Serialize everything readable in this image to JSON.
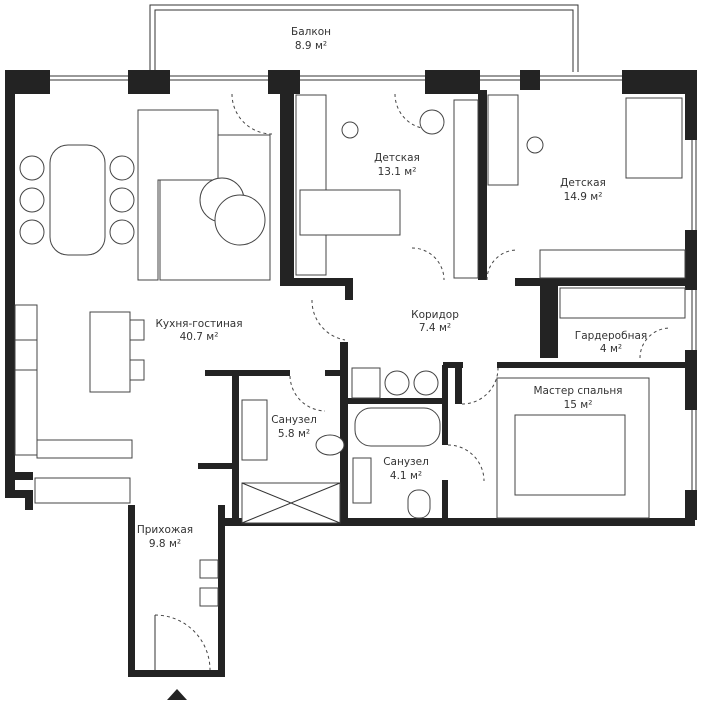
{
  "rooms": [
    {
      "name": "Балкон",
      "area": "8.9 м²"
    },
    {
      "name": "Детская",
      "area": "13.1 м²"
    },
    {
      "name": "Детская",
      "area": "14.9 м²"
    },
    {
      "name": "Кухня-гостиная",
      "area": "40.7 м²"
    },
    {
      "name": "Коридор",
      "area": "7.4 м²"
    },
    {
      "name": "Гардеробная",
      "area": "4 м²"
    },
    {
      "name": "Мастер спальня",
      "area": "15 м²"
    },
    {
      "name": "Санузел",
      "area": "5.8 м²"
    },
    {
      "name": "Санузел",
      "area": "4.1 м²"
    },
    {
      "name": "Прихожая",
      "area": "9.8 м²"
    }
  ],
  "colors": {
    "wall": "#232323",
    "line": "#444444"
  },
  "icons": {
    "entrance": "entrance-arrow-icon"
  }
}
